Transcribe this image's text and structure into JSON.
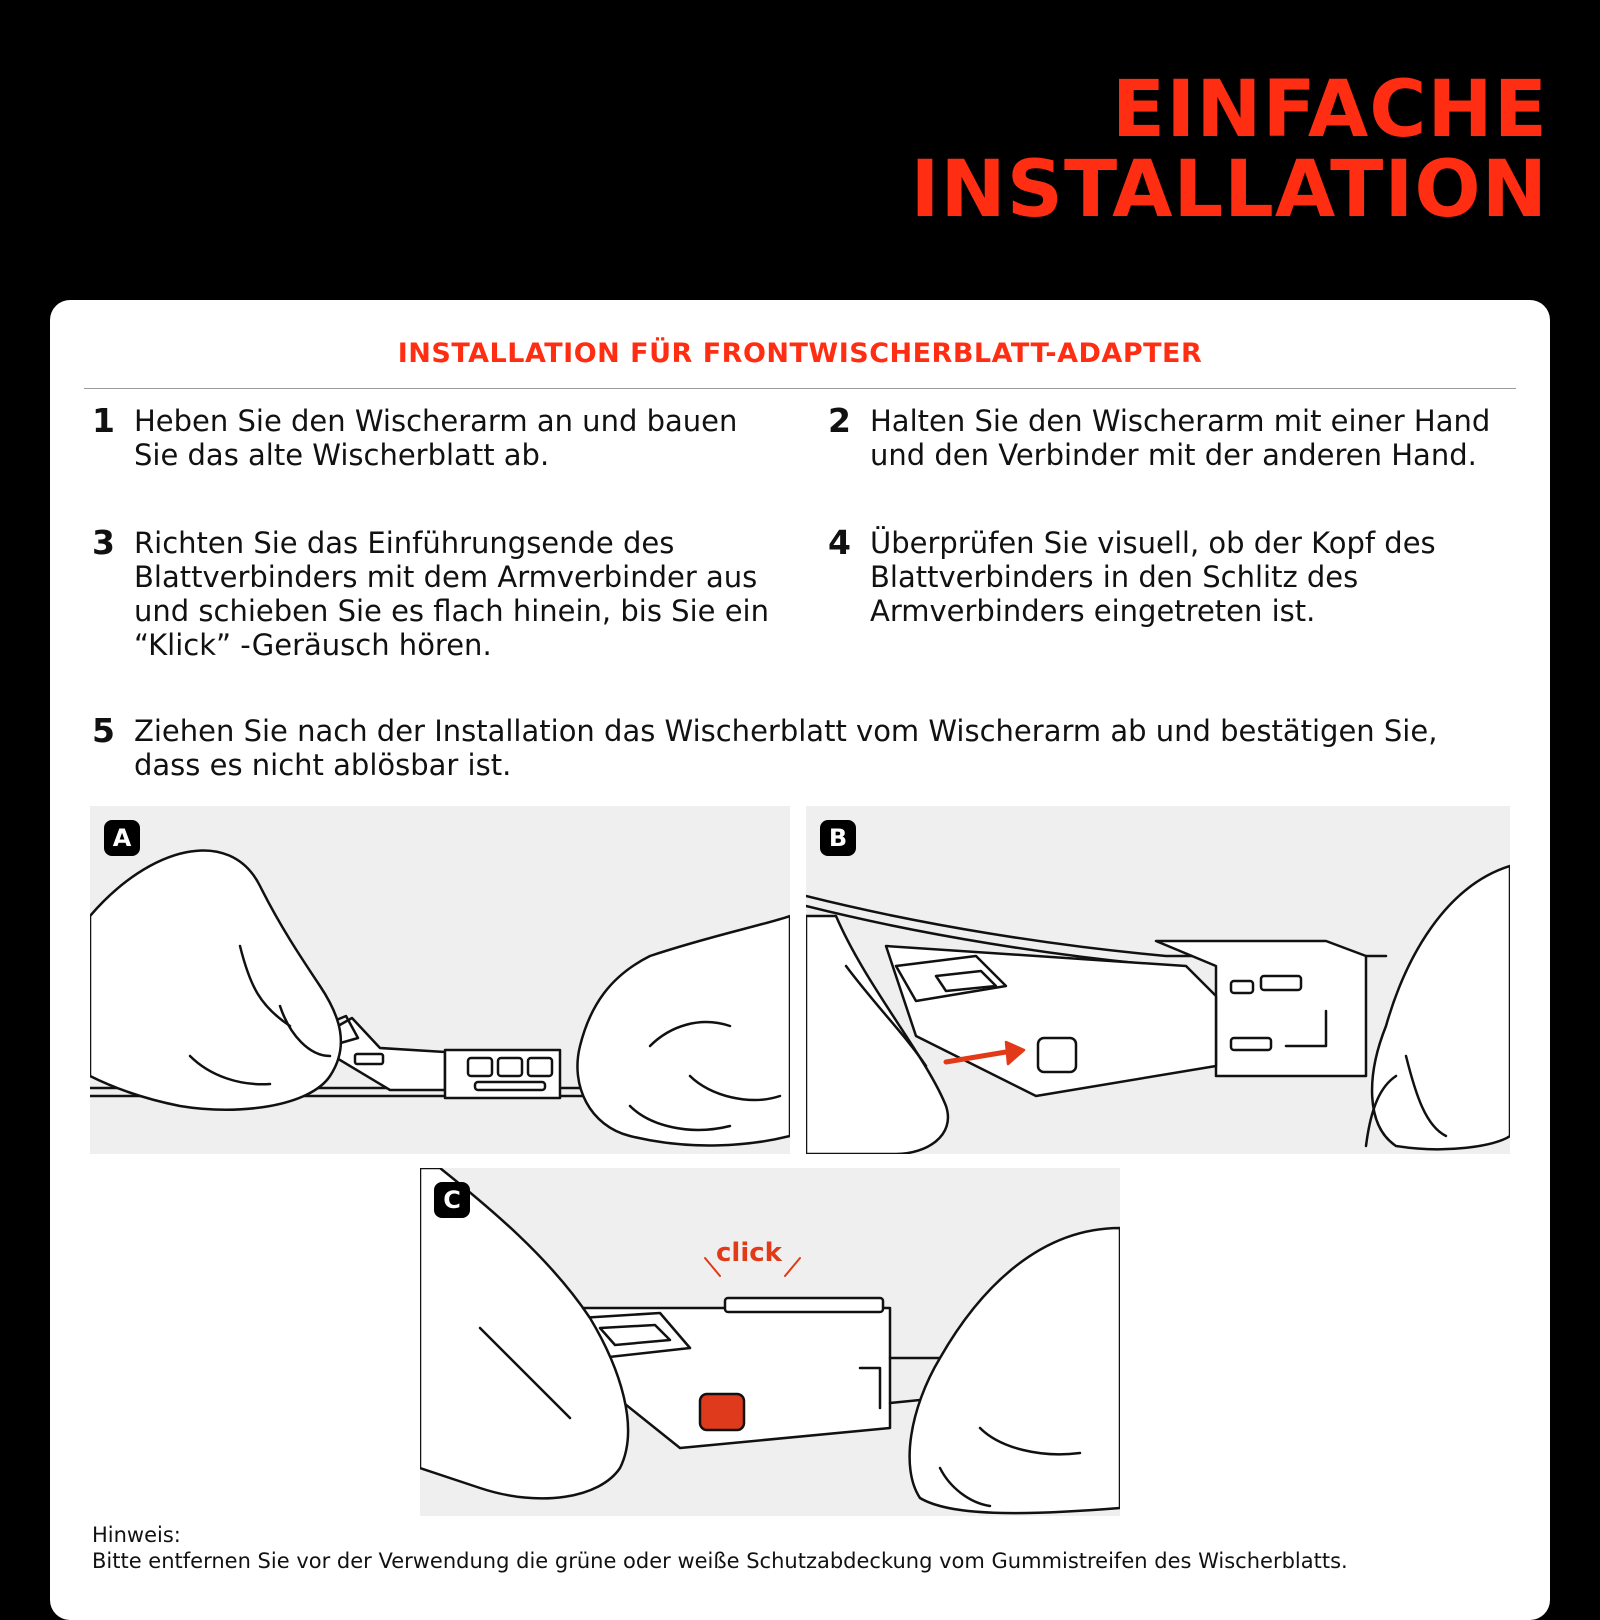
{
  "headline": {
    "line1": "EINFACHE",
    "line2": "INSTALLATION"
  },
  "section_title": "INSTALLATION FÜR FRONTWISCHERBLATT-ADAPTER",
  "steps": [
    {
      "num": "1",
      "text": "Heben Sie den Wischerarm an und bauen Sie das alte Wischerblatt ab."
    },
    {
      "num": "2",
      "text": "Halten Sie den Wischerarm mit einer Hand und den Verbinder mit der anderen Hand."
    },
    {
      "num": "3",
      "text": "Richten Sie das Einführungsende des Blattverbinders mit dem Armverbinder aus und schieben Sie es flach hinein, bis Sie ein “Klick” -Geräusch hören."
    },
    {
      "num": "4",
      "text": "Überprüfen Sie visuell, ob der Kopf des Blattverbinders in den Schlitz des Armverbinders eingetreten ist."
    },
    {
      "num": "5",
      "text": "Ziehen Sie nach der Installation das Wischerblatt vom Wischerarm ab und bestätigen Sie, dass es nicht ablösbar ist."
    }
  ],
  "panels": [
    {
      "label": "A"
    },
    {
      "label": "B"
    },
    {
      "label": "C",
      "sound_text": "click"
    }
  ],
  "note": {
    "label": "Hinweis:",
    "text": "Bitte entfernen Sie vor der Verwendung die grüne oder weiße Schutzabdeckung vom Gummistreifen des Wischerblatts."
  },
  "colors": {
    "accent": "#ff2d12",
    "background": "#000000",
    "card": "#ffffff",
    "panel": "#efefef"
  }
}
